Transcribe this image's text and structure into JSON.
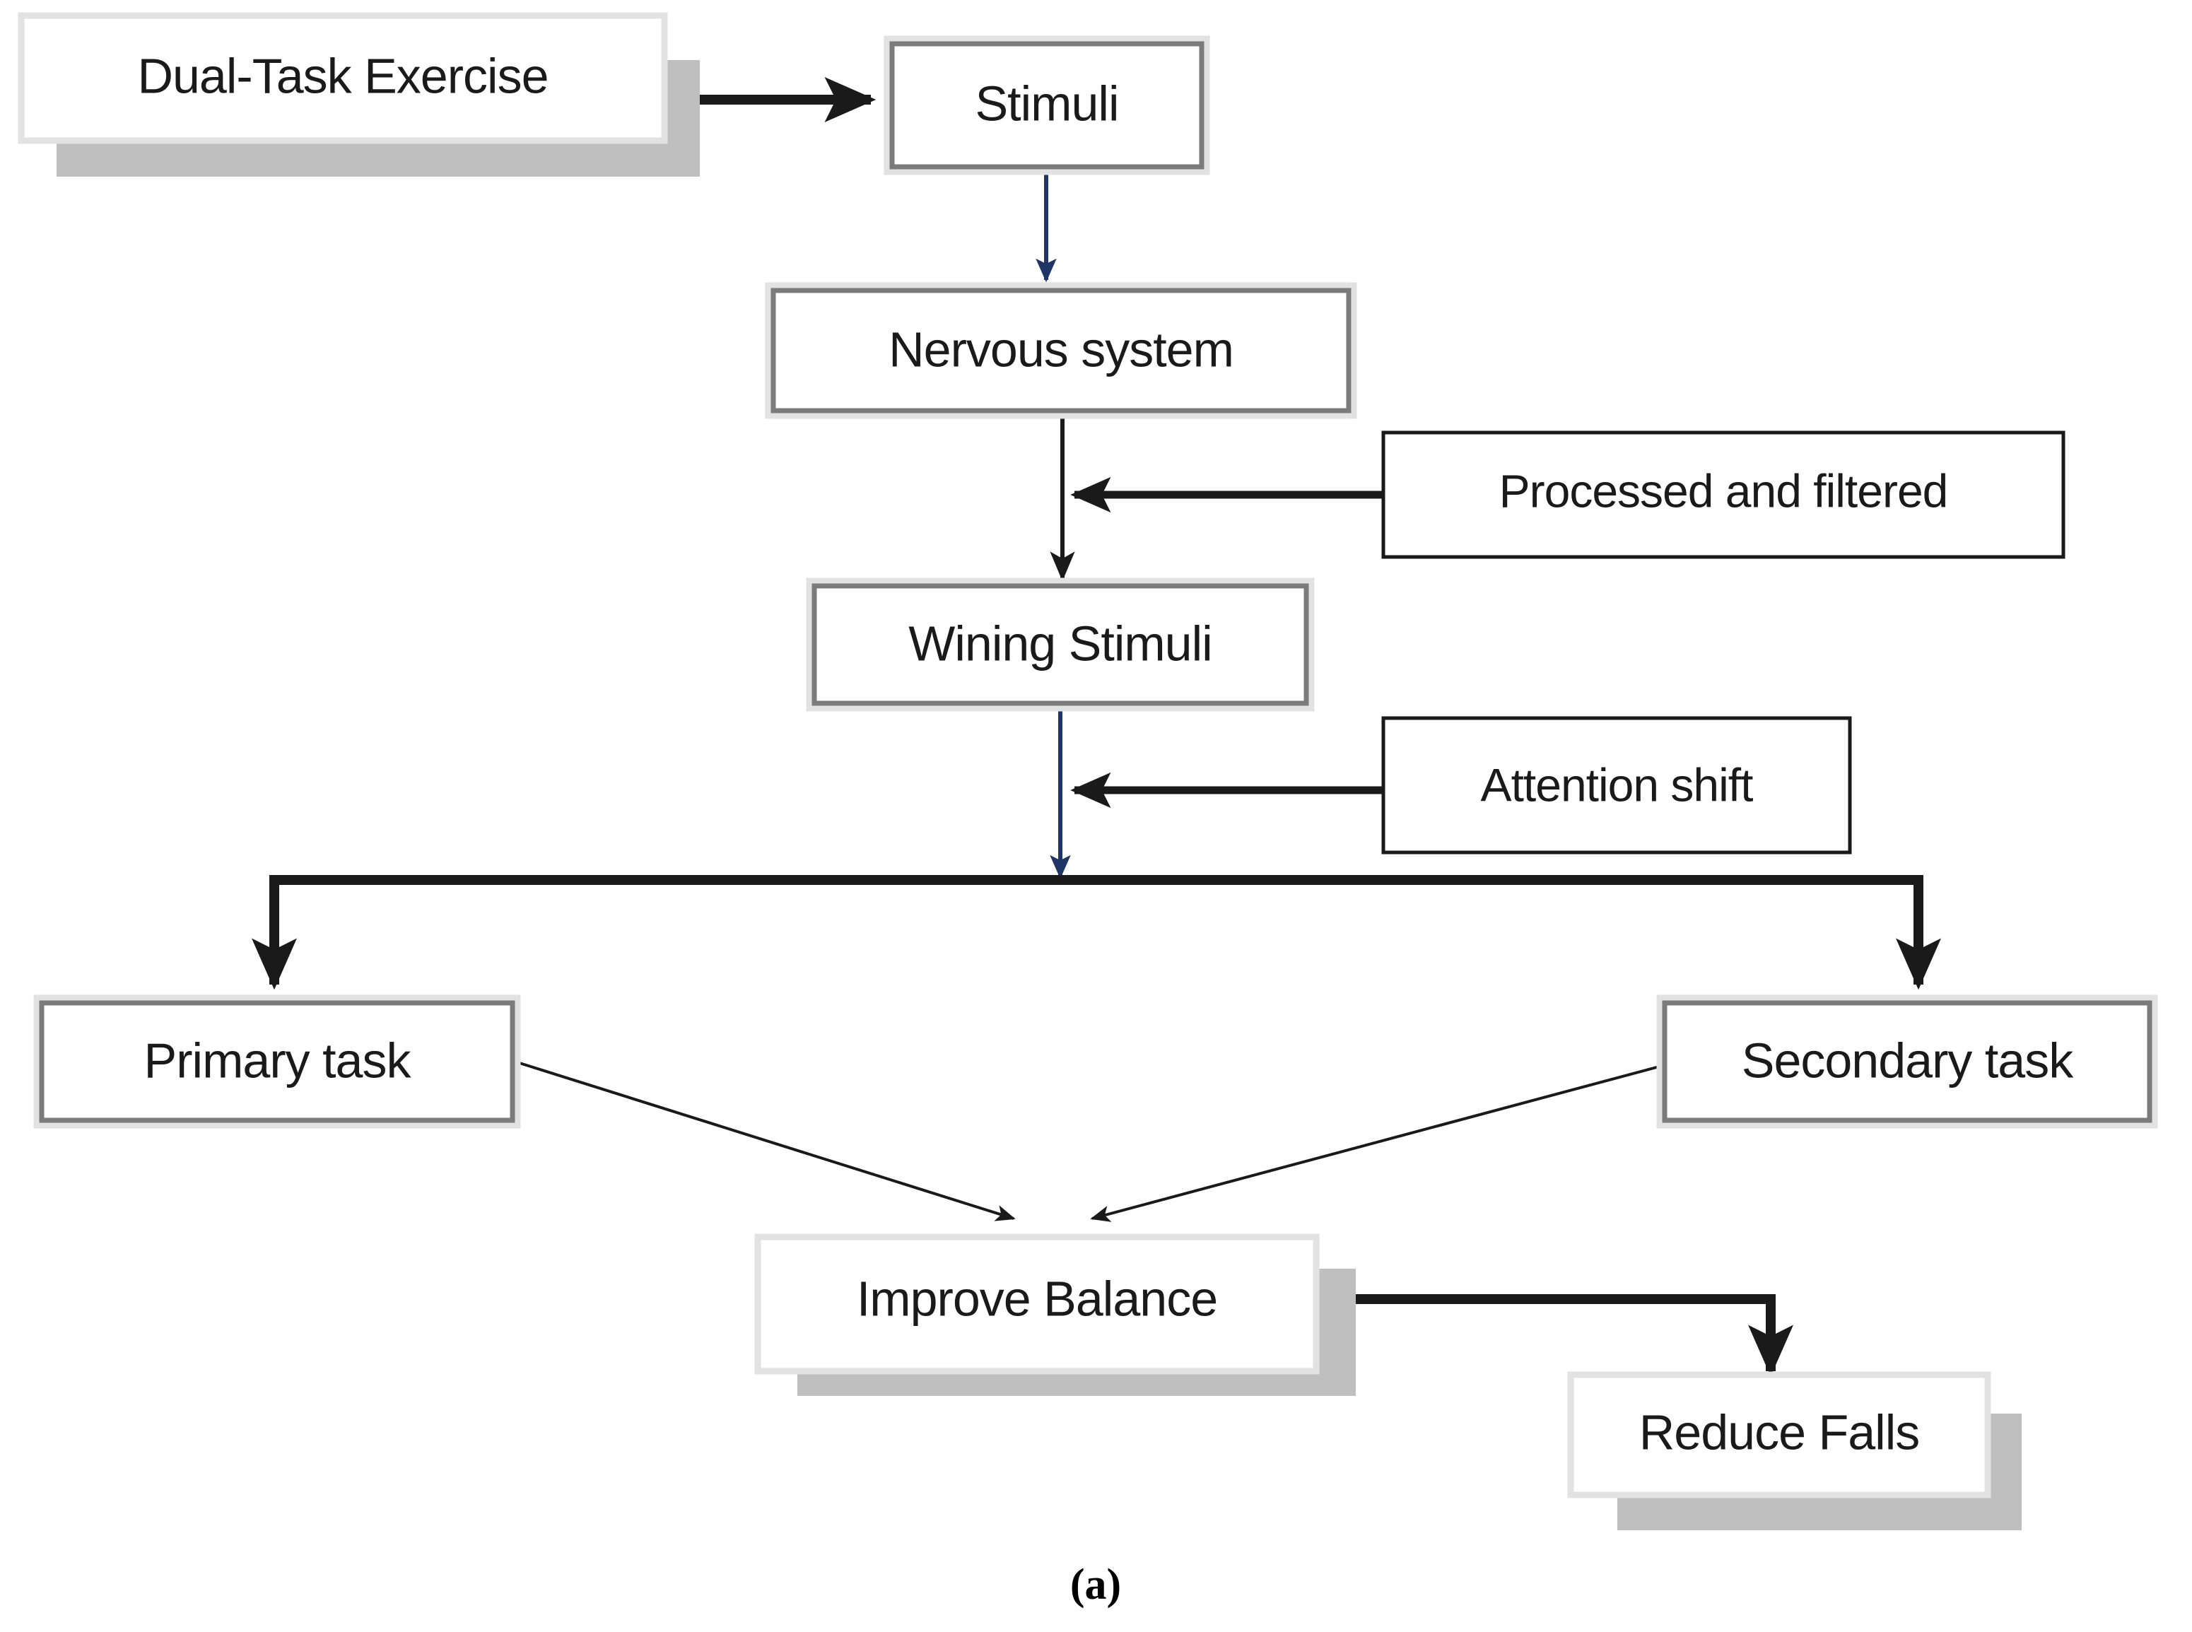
{
  "figure": {
    "caption": "(a)",
    "type": "flowchart",
    "accent_navy": "#1f3566",
    "box_shadow_gray": "#bfbfbf",
    "edge_black": "#1a1a1a"
  },
  "nodes": [
    {
      "id": "dual-task-exercise",
      "label": "Dual-Task Exercise",
      "style": "shadow3d"
    },
    {
      "id": "stimuli",
      "label": "Stimuli",
      "style": "bevel"
    },
    {
      "id": "nervous-system",
      "label": "Nervous system",
      "style": "bevel"
    },
    {
      "id": "processed-filtered",
      "label": "Processed and filtered",
      "style": "plain"
    },
    {
      "id": "wining-stimuli",
      "label": "Wining Stimuli",
      "style": "bevel"
    },
    {
      "id": "attention-shift",
      "label": "Attention shift",
      "style": "plain"
    },
    {
      "id": "primary-task",
      "label": "Primary task",
      "style": "bevel"
    },
    {
      "id": "secondary-task",
      "label": "Secondary task",
      "style": "bevel"
    },
    {
      "id": "improve-balance",
      "label": "Improve Balance",
      "style": "shadow3d"
    },
    {
      "id": "reduce-falls",
      "label": "Reduce Falls",
      "style": "shadow3d"
    }
  ],
  "edges": [
    {
      "from": "dual-task-exercise",
      "to": "stimuli",
      "color": "black",
      "kind": "horizontal-arrow"
    },
    {
      "from": "stimuli",
      "to": "nervous-system",
      "color": "navy",
      "kind": "vertical-arrow"
    },
    {
      "from": "processed-filtered",
      "to": "nervous-system-to-wining",
      "color": "black",
      "kind": "horizontal-arrow-left"
    },
    {
      "from": "nervous-system",
      "to": "wining-stimuli",
      "color": "black",
      "kind": "vertical-arrow"
    },
    {
      "from": "attention-shift",
      "to": "wining-to-split",
      "color": "black",
      "kind": "horizontal-arrow-left"
    },
    {
      "from": "wining-stimuli",
      "to": "split-bus",
      "color": "navy",
      "kind": "vertical-arrow"
    },
    {
      "from": "split-bus",
      "to": "primary-task",
      "color": "black",
      "kind": "elbow-arrow"
    },
    {
      "from": "split-bus",
      "to": "secondary-task",
      "color": "black",
      "kind": "elbow-arrow"
    },
    {
      "from": "primary-task",
      "to": "improve-balance",
      "color": "black",
      "kind": "diagonal-arrow"
    },
    {
      "from": "secondary-task",
      "to": "improve-balance",
      "color": "black",
      "kind": "diagonal-arrow"
    },
    {
      "from": "improve-balance",
      "to": "reduce-falls",
      "color": "black",
      "kind": "elbow-arrow"
    }
  ]
}
